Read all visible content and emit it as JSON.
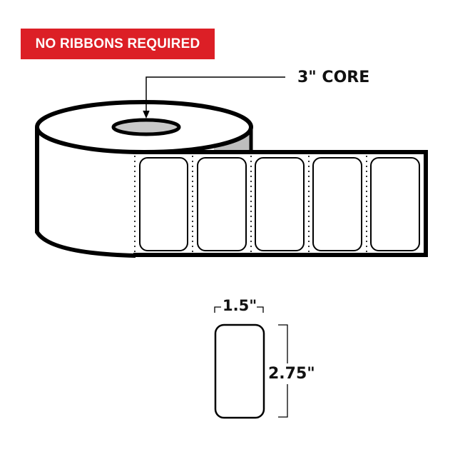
{
  "badge": {
    "text": "NO RIBBONS REQUIRED",
    "color": "#dc1f26"
  },
  "callouts": {
    "core": "3\" CORE"
  },
  "dimensions": {
    "width": "1.5\"",
    "height": "2.75\""
  },
  "roll": {
    "labels_visible": 5,
    "core_fill": "#c8c8c8"
  }
}
